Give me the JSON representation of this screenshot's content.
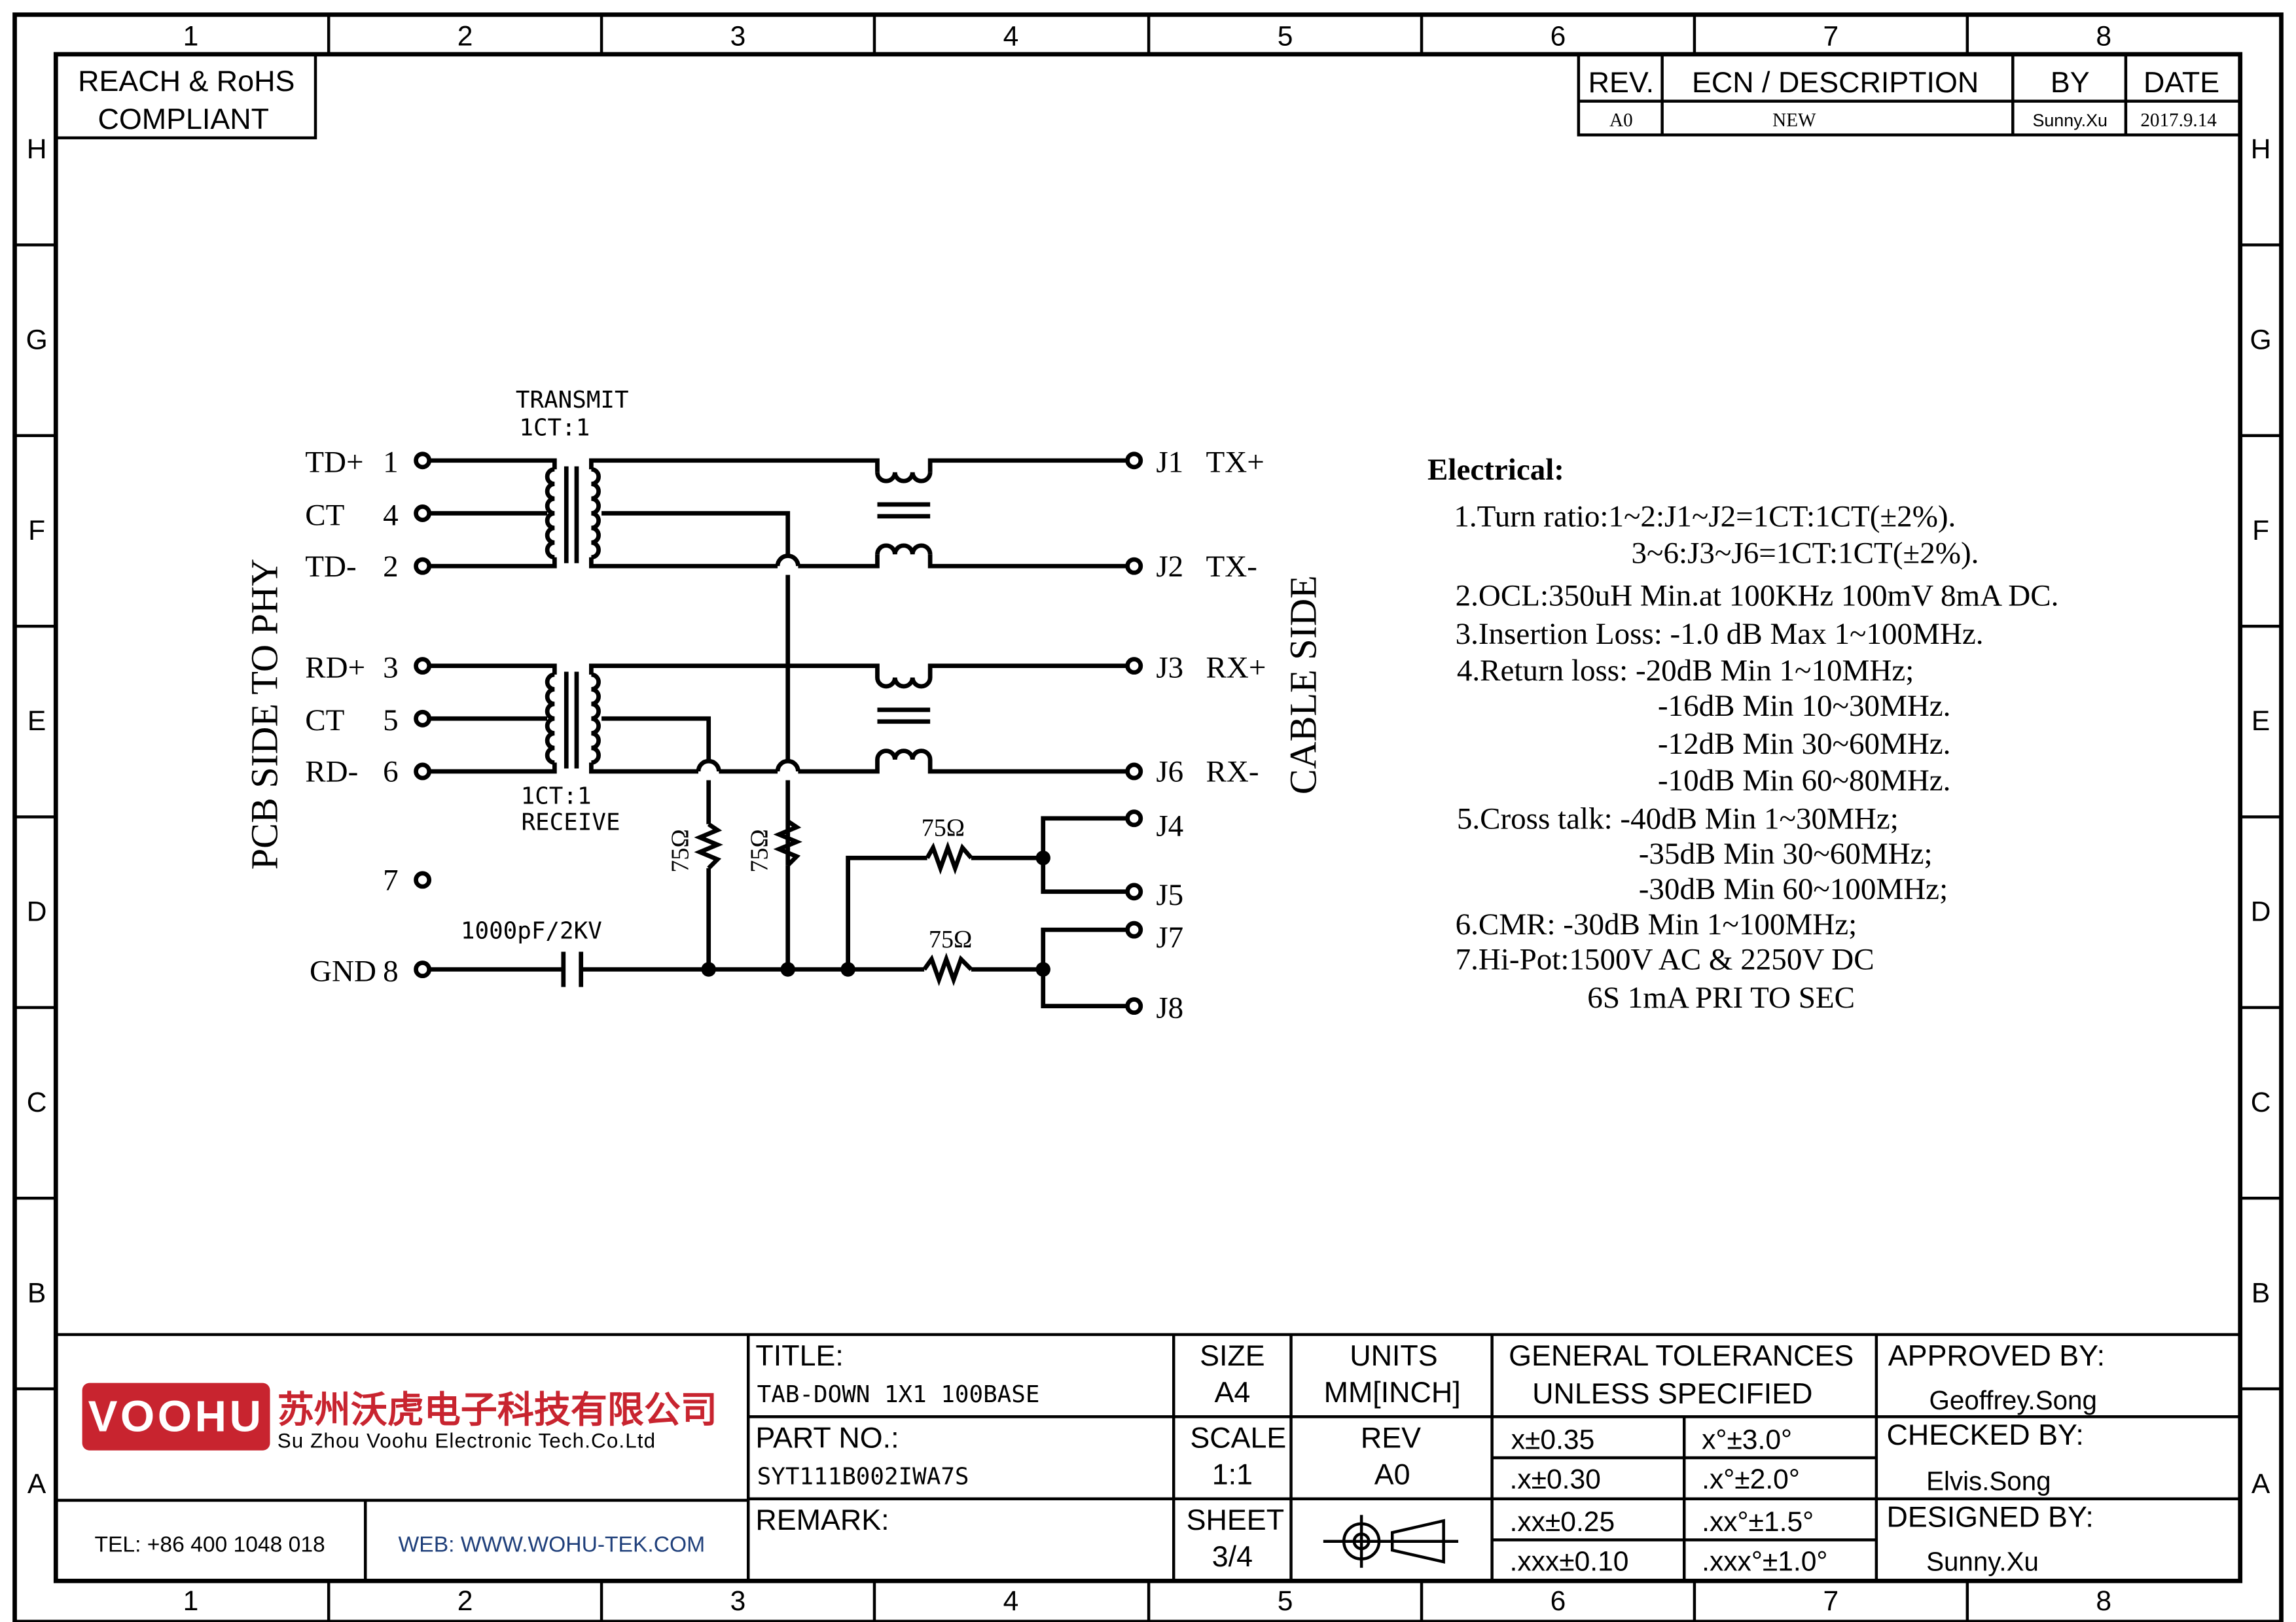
{
  "border": {
    "columns": [
      "1",
      "2",
      "3",
      "4",
      "5",
      "6",
      "7",
      "8"
    ],
    "rows": [
      "H",
      "G",
      "F",
      "E",
      "D",
      "C",
      "B",
      "A"
    ]
  },
  "compliance": [
    "REACH & RoHS",
    "COMPLIANT"
  ],
  "revision_table": {
    "headers": [
      "REV.",
      "ECN / DESCRIPTION",
      "BY",
      "DATE"
    ],
    "row": [
      "A0",
      "NEW",
      "Sunny.Xu",
      "2017.9.14"
    ]
  },
  "schematic": {
    "side_left": "PCB SIDE TO PHY",
    "side_right": "CABLE SIDE",
    "transmit_label": [
      "TRANSMIT",
      "1CT:1"
    ],
    "receive_label": [
      "1CT:1",
      "RECEIVE"
    ],
    "left_pins": [
      {
        "name": "TD+",
        "num": "1"
      },
      {
        "name": "CT",
        "num": "4"
      },
      {
        "name": "TD-",
        "num": "2"
      },
      {
        "name": "RD+",
        "num": "3"
      },
      {
        "name": "CT",
        "num": "5"
      },
      {
        "name": "RD-",
        "num": "6"
      },
      {
        "name": "",
        "num": "7"
      },
      {
        "name": "GND",
        "num": "8"
      }
    ],
    "right_pins": [
      {
        "num": "J1",
        "name": "TX+"
      },
      {
        "num": "J2",
        "name": "TX-"
      },
      {
        "num": "J3",
        "name": "RX+"
      },
      {
        "num": "J6",
        "name": "RX-"
      },
      {
        "num": "J4",
        "name": ""
      },
      {
        "num": "J5",
        "name": ""
      },
      {
        "num": "J7",
        "name": ""
      },
      {
        "num": "J8",
        "name": ""
      }
    ],
    "capacitor_label": "1000pF/2KV",
    "resistor_labels": [
      "75Ω",
      "75Ω",
      "75Ω",
      "75Ω"
    ]
  },
  "electrical": {
    "title": "Electrical:",
    "lines": [
      "1.Turn ratio:1~2:J1~J2=1CT:1CT(±2%).",
      "3~6:J3~J6=1CT:1CT(±2%).",
      "2.OCL:350uH Min.at 100KHz 100mV 8mA DC.",
      "3.Insertion Loss: -1.0 dB Max 1~100MHz.",
      "4.Return loss: -20dB Min 1~10MHz;",
      "-16dB Min 10~30MHz.",
      "-12dB Min 30~60MHz.",
      "-10dB Min 60~80MHz.",
      "5.Cross talk: -40dB Min 1~30MHz;",
      "-35dB Min 30~60MHz;",
      "-30dB Min 60~100MHz;",
      "6.CMR: -30dB Min 1~100MHz;",
      "7.Hi-Pot:1500V AC & 2250V DC",
      "6S 1mA PRI TO SEC"
    ]
  },
  "title_block": {
    "logo_text": "VOOHU",
    "company_cn": "苏州沃虎电子科技有限公司",
    "company_en": "Su Zhou Voohu Electronic Tech.Co.Ltd",
    "tel": "TEL: +86 400 1048 018",
    "web": "WEB: WWW.WOHU-TEK.COM",
    "title_label": "TITLE:",
    "title_value": "TAB-DOWN 1X1 100BASE",
    "part_label": "PART NO.:",
    "part_value": "SYT111B002IWA7S",
    "remark_label": "REMARK:",
    "size_label": "SIZE",
    "size_value": "A4",
    "units_label": "UNITS",
    "units_value": "MM[INCH]",
    "scale_label": "SCALE",
    "scale_value": "1:1",
    "rev_label": "REV",
    "rev_value": "A0",
    "sheet_label": "SHEET",
    "sheet_value": "3/4",
    "tolerance_title": [
      "GENERAL TOLERANCES",
      "UNLESS SPECIFIED"
    ],
    "tolerances": [
      [
        "x±0.35",
        "x°±3.0°"
      ],
      [
        ".x±0.30",
        ".x°±2.0°"
      ],
      [
        ".xx±0.25",
        ".xx°±1.5°"
      ],
      [
        ".xxx±0.10",
        ".xxx°±1.0°"
      ]
    ],
    "approved_label": "APPROVED BY:",
    "approved_value": "Geoffrey.Song",
    "checked_label": "CHECKED BY:",
    "checked_value": "Elvis.Song",
    "designed_label": "DESIGNED BY:",
    "designed_value": "Sunny.Xu"
  },
  "colors": {
    "logo_red": "#c8242f",
    "web_blue": "#1f3f7a"
  }
}
